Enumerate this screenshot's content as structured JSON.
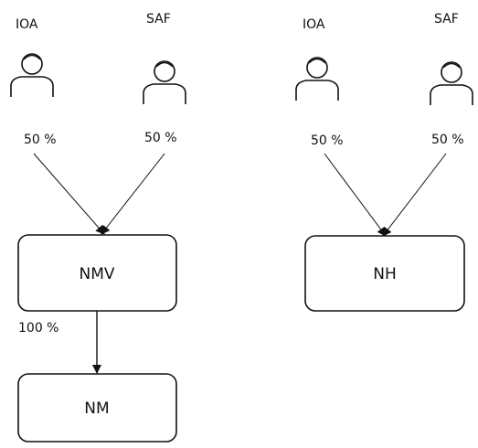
{
  "groups": [
    {
      "owners": [
        {
          "name": "IOA",
          "share": "50 %"
        },
        {
          "name": "SAF",
          "share": "50 %"
        }
      ],
      "entity": "NMV",
      "child": {
        "entity": "NM",
        "share": "100 %"
      }
    },
    {
      "owners": [
        {
          "name": "IOA",
          "share": "50 %"
        },
        {
          "name": "SAF",
          "share": "50 %"
        }
      ],
      "entity": "NH"
    }
  ],
  "colors": {
    "stroke": "#111111",
    "background": "#ffffff"
  },
  "icons": {
    "person": "person-outline-icon"
  }
}
